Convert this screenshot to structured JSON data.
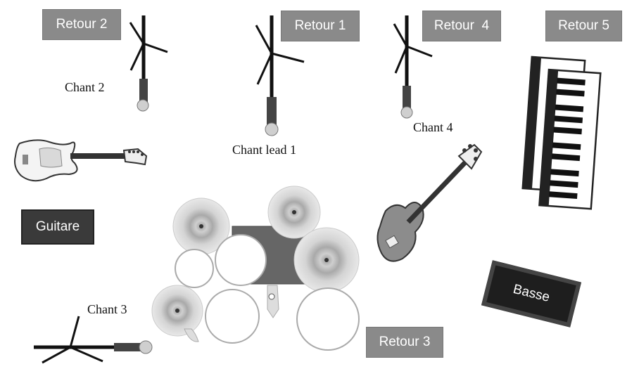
{
  "retours": {
    "r2": "Retour 2",
    "r1": "Retour 1",
    "r4": "Retour  4",
    "r5": "Retour 5",
    "r3": "Retour 3"
  },
  "chants": {
    "c2": "Chant 2",
    "c1": "Chant lead 1",
    "c4": "Chant 4",
    "c3": "Chant 3"
  },
  "amps": {
    "guitare": "Guitare",
    "basse": "Basse"
  }
}
